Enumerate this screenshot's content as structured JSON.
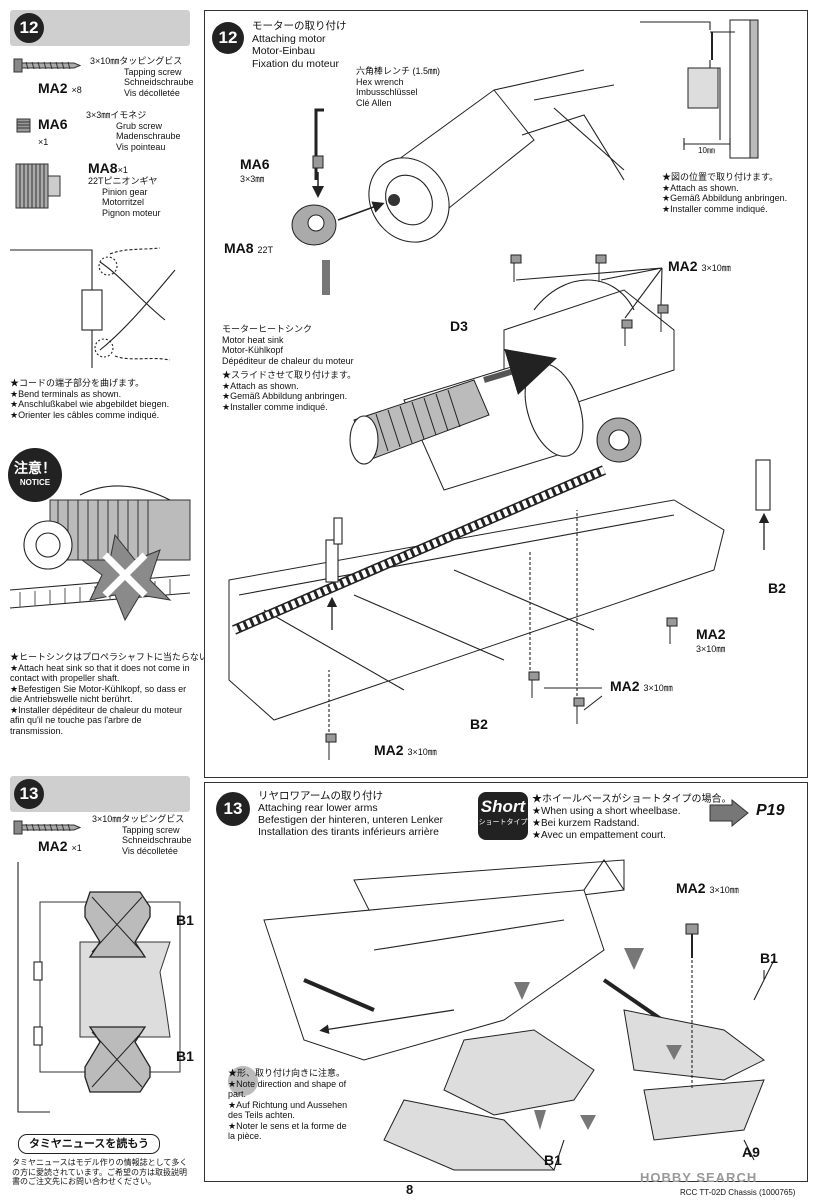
{
  "left": {
    "step12": {
      "num": "12",
      "ma2": {
        "code": "MA2",
        "qty": "×8",
        "jp": "3×10㎜タッピングビス",
        "en": "Tapping screw",
        "de": "Schneidschraube",
        "fr": "Vis décolletée"
      },
      "ma6": {
        "code": "MA6",
        "qty": "×1",
        "jp": "3×3㎜イモネジ",
        "en": "Grub screw",
        "de": "Madenschraube",
        "fr": "Vis pointeau"
      },
      "ma8": {
        "code": "MA8",
        "qty": "×1",
        "jp": "22Tピニオンギヤ",
        "en": "Pinion gear",
        "de": "Motorritzel",
        "fr": "Pignon moteur"
      },
      "bend_notes": [
        "★コードの端子部分を曲げます。",
        "★Bend terminals as shown.",
        "★Anschlußkabel wie abgebildet biegen.",
        "★Orienter les câbles comme indiqué."
      ],
      "notice_jp": "注意！",
      "notice_en": "NOTICE",
      "heatsink_notes": [
        "★ヒートシンクはプロペラシャフトに当たらない位置に取り付けます。",
        "★Attach heat sink so that it does not come in contact with propeller shaft.",
        "★Befestigen Sie Motor-Kühlkopf, so dass er die Antriebswelle nicht berührt.",
        "★Installer dépéditeur de chaleur du moteur afin qu'il ne touche pas l'arbre de transmission."
      ]
    },
    "step13": {
      "num": "13",
      "ma2": {
        "code": "MA2",
        "qty": "×1",
        "jp": "3×10㎜タッピングビス",
        "en": "Tapping screw",
        "de": "Schneidschraube",
        "fr": "Vis décolletée"
      },
      "b1_top": "B1",
      "b1_bottom": "B1"
    },
    "news": {
      "title": "タミヤニュースを読もう",
      "body": "タミヤニュースはモデル作りの情報誌として多くの方に愛読されています。ご希望の方は取扱説明書のご注文先にお問い合わせください。"
    }
  },
  "panel12": {
    "num": "12",
    "title_jp": "モーターの取り付け",
    "title_en": "Attaching motor",
    "title_de": "Motor-Einbau",
    "title_fr": "Fixation du moteur",
    "hexwrench": [
      "六角棒レンチ (1.5㎜)",
      "Hex wrench",
      "Imbusschlüssel",
      "Clé Allen"
    ],
    "ma6": {
      "code": "MA6",
      "size": "3×3㎜"
    },
    "ma8": {
      "code": "MA8",
      "size": "22T"
    },
    "heatsink": [
      "モーターヒートシンク",
      "Motor heat sink",
      "Motor-Kühlkopf",
      "Dépéditeur de chaleur du moteur"
    ],
    "slide_notes": [
      "★スライドさせて取り付けます。",
      "★Attach as shown.",
      "★Gemäß Abbildung anbringen.",
      "★Installer comme indiqué."
    ],
    "position_notes": [
      "★図の位置で取り付けます。",
      "★Attach as shown.",
      "★Gemäß Abbildung anbringen.",
      "★Installer comme indiqué."
    ],
    "dim": "10㎜",
    "d3": "D3",
    "b2_right": "B2",
    "b2_bottom": "B2",
    "ma2_labels": [
      {
        "code": "MA2",
        "size": "3×10㎜"
      },
      {
        "code": "MA2",
        "size": "3×10㎜"
      },
      {
        "code": "MA2",
        "size": "3×10㎜"
      },
      {
        "code": "MA2",
        "size": "3×10㎜"
      }
    ]
  },
  "panel13": {
    "num": "13",
    "title_jp": "リヤロワアームの取り付け",
    "title_en": "Attaching rear lower arms",
    "title_de": "Befestigen der hinteren, unteren Lenker",
    "title_fr": "Installation des tirants inférieurs arrière",
    "short_badge": "Short",
    "short_badge_jp": "ショートタイプ",
    "short_notes": [
      "★ホイールベースがショートタイプの場合。",
      "★When using a short wheelbase.",
      "★Bei kurzem Radstand.",
      "★Avec un empattement court."
    ],
    "page_ref": "P19",
    "ma2": {
      "code": "MA2",
      "size": "3×10㎜"
    },
    "b1_top": "B1",
    "b1_bottom": "B1",
    "a9": "A9",
    "direction_notes": [
      "★形、取り付け向きに注意。",
      "★Note direction and shape of part.",
      "★Auf Richtung und Aussehen des Teils achten.",
      "★Noter le sens et la forme de la pièce."
    ]
  },
  "footer": {
    "page": "8",
    "credit": "RCC TT-02D Chassis (1000765)",
    "watermark": "HOBBY SEARCH"
  }
}
